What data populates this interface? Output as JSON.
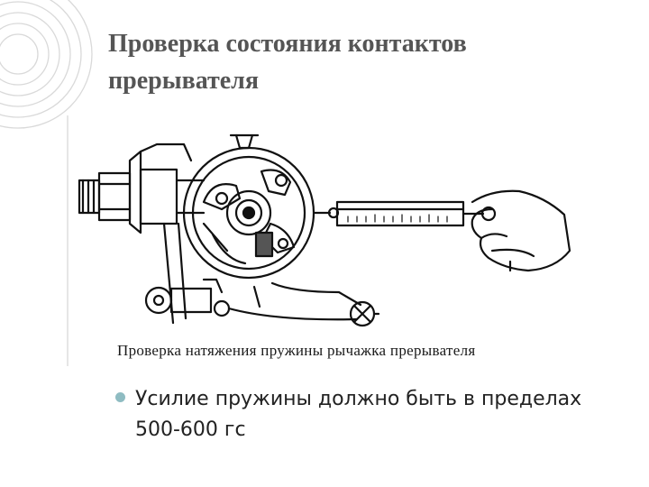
{
  "slide": {
    "title": "Проверка состояния контактов прерывателя",
    "decoration_icon": "concentric-circles-icon"
  },
  "figure": {
    "caption": "Проверка натяжения пружины рычажка прерывателя",
    "illustration": "distributor-breaker-with-spring-scale-icon"
  },
  "bullets": [
    {
      "text": "Усилие пружины должно быть в пределах 500-600 гс"
    }
  ],
  "colors": {
    "title": "#555555",
    "bullet_marker": "#8fbcc2",
    "body_text": "#222222",
    "decoration": "#d9d9d9"
  }
}
